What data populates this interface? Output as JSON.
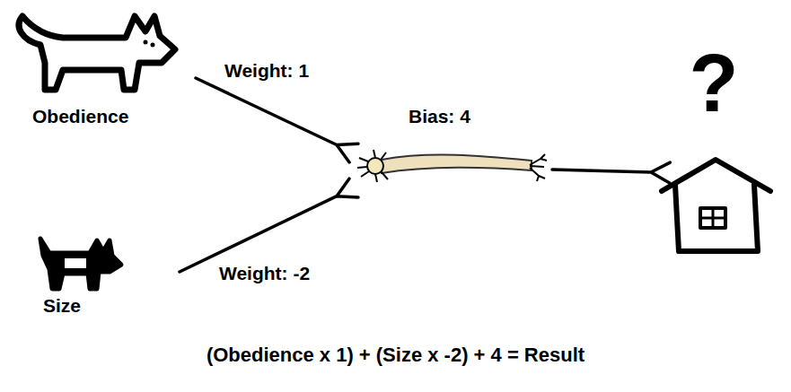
{
  "diagram": {
    "nodes": [
      {
        "text": [
          "Obedience"
        ]
      },
      {
        "text": [
          "Size"
        ]
      },
      {
        "text": [
          "Bias: 4"
        ]
      },
      {
        "text": [
          "?"
        ]
      }
    ],
    "edges": [
      {
        "from": 0,
        "to": 2,
        "arrow": "to",
        "label": "Weight: 1"
      },
      {
        "from": 1,
        "to": 2,
        "arrow": "to",
        "label": "Weight: -2"
      },
      {
        "from": 2,
        "to": 3,
        "arrow": "to"
      }
    ],
    "labels": [
      "(Obedience x 1) + (Size x -2) + 4 = Result"
    ]
  }
}
